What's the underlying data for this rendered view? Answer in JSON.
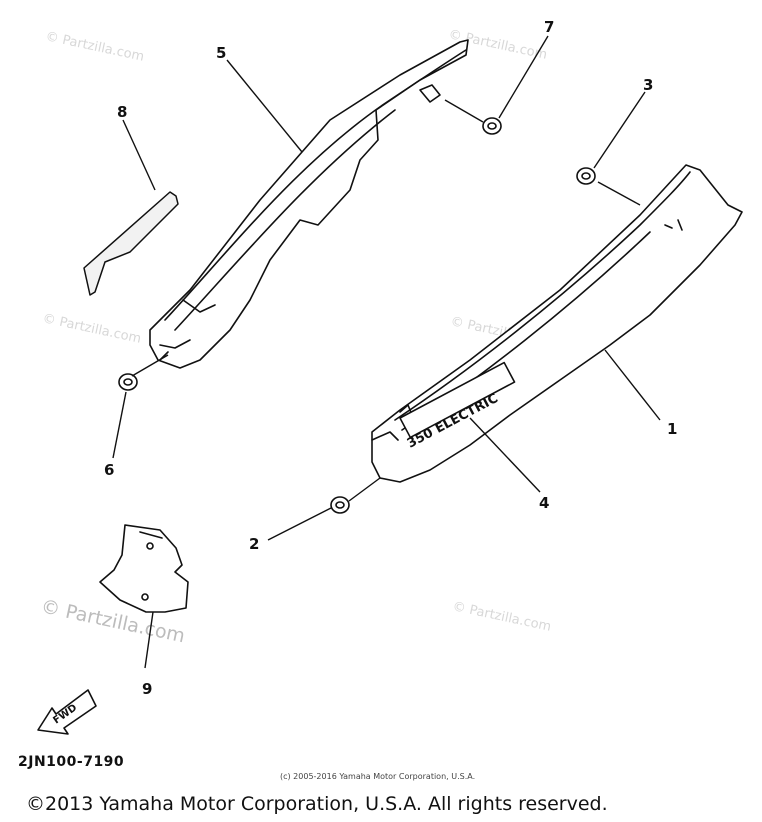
{
  "diagram": {
    "callouts": [
      "1",
      "2",
      "3",
      "4",
      "5",
      "6",
      "7",
      "8",
      "9"
    ],
    "cover_decal_text": "350 ELECTRIC",
    "direction_arrow_text": "FWD",
    "drawing_code": "2JN100-7190",
    "watermark_text": "© Partzilla.com",
    "fine_copyright": "(c) 2005-2016 Yamaha Motor Corporation, U.S.A.",
    "copyright": "©2013 Yamaha Motor Corporation, U.S.A. All rights reserved."
  }
}
